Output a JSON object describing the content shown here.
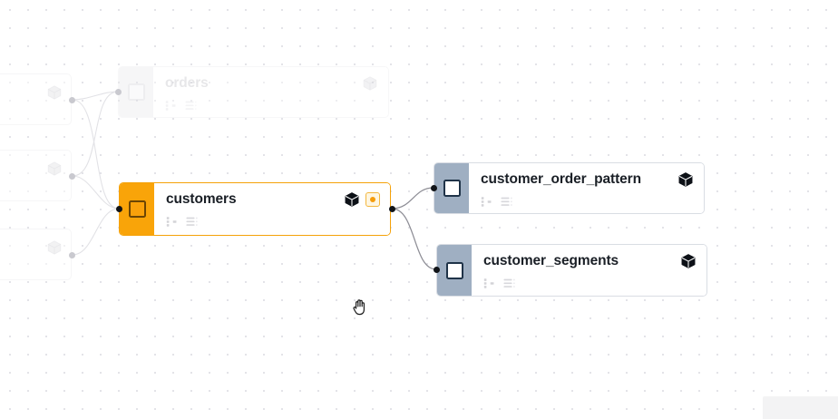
{
  "app": {
    "view_name": "lineage-graph-canvas",
    "cursor": "grab-hand-cursor",
    "background": "dot-grid"
  },
  "colors": {
    "accent_orange": "#f9a409",
    "accent_orange_border": "#f5a209",
    "node_sidebar_blue": "#9fafc2",
    "node_border": "#d9dde3",
    "edge": "#d6d6da",
    "edge_active": "#8d8d95",
    "canvas_bg": "#ffffff",
    "grid_dot": "#e3e3e8",
    "title_text": "#1a1f26",
    "ghost_text": "#c8c8cd",
    "panel_bg": "#f3f3f4"
  },
  "nodes": [
    {
      "id": "orders",
      "title": "orders",
      "state": "faded",
      "sidebar_icon": "square-outline-icon",
      "corner_icons": [
        "cube-icon"
      ],
      "meta_icons": [
        "hierarchy-icon",
        "list-icon"
      ],
      "badge": null
    },
    {
      "id": "customers",
      "title": "customers",
      "state": "selected",
      "sidebar_icon": "square-outline-icon",
      "corner_icons": [
        "cube-icon",
        "status-badge-dot"
      ],
      "meta_icons": [
        "hierarchy-icon",
        "list-icon"
      ],
      "badge": "orange-dot-badge"
    },
    {
      "id": "customer_order_pattern",
      "title": "customer_order_pattern",
      "state": "default",
      "sidebar_icon": "square-outline-icon",
      "corner_icons": [
        "cube-icon"
      ],
      "meta_icons": [
        "hierarchy-icon",
        "list-icon"
      ],
      "badge": null
    },
    {
      "id": "customer_segments",
      "title": "customer_segments",
      "state": "default",
      "sidebar_icon": "square-outline-icon",
      "corner_icons": [
        "cube-icon"
      ],
      "meta_icons": [
        "hierarchy-icon",
        "list-icon"
      ],
      "badge": null
    }
  ],
  "partial_nodes": [
    {
      "id": "upstream-1",
      "icon": "cube-icon"
    },
    {
      "id": "upstream-2",
      "icon": "cube-icon"
    },
    {
      "id": "upstream-3",
      "icon": "cube-icon"
    }
  ],
  "edges": [
    {
      "id": "upstream-1-to-orders",
      "from": "upstream-1",
      "to": "orders",
      "style": "dim"
    },
    {
      "id": "upstream-1-to-customers",
      "from": "upstream-1",
      "to": "customers",
      "style": "dim"
    },
    {
      "id": "upstream-2-to-orders",
      "from": "upstream-2",
      "to": "orders",
      "style": "dim"
    },
    {
      "id": "upstream-2-to-customers",
      "from": "upstream-2",
      "to": "customers",
      "style": "dim"
    },
    {
      "id": "upstream-3-to-customers",
      "from": "upstream-3",
      "to": "customers",
      "style": "dim"
    },
    {
      "id": "customers-to-customer_order_pattern",
      "from": "customers",
      "to": "customer_order_pattern",
      "style": "active"
    },
    {
      "id": "customers-to-customer_segments",
      "from": "customers",
      "to": "customer_segments",
      "style": "active"
    }
  ],
  "corner_panel": {
    "name": "bottom-right-panel",
    "label": ""
  }
}
